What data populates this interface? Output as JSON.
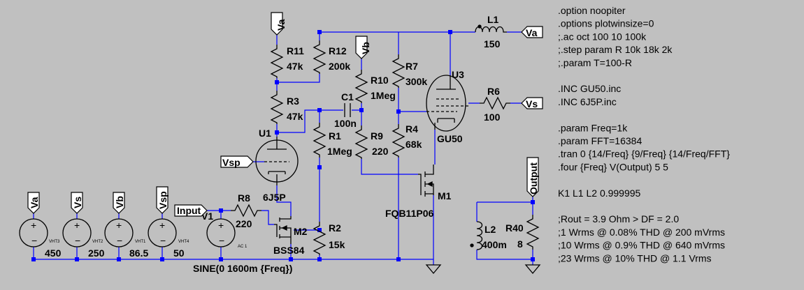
{
  "labels": {
    "r11_name": "R11",
    "r11_value": "47k",
    "r12_name": "R12",
    "r12_value": "200k",
    "r3_name": "R3",
    "r3_value": "47k",
    "r10_name": "R10",
    "r10_value": "1Meg",
    "r7_name": "R7",
    "r7_value": "300k",
    "r1_name": "R1",
    "r1_value": "1Meg",
    "r9_name": "R9",
    "r9_value": "220",
    "r4_name": "R4",
    "r4_value": "68k",
    "r2_name": "R2",
    "r2_value": "15k",
    "r8_name": "R8",
    "r8_value": "220",
    "r6_name": "R6",
    "r6_value": "100",
    "r40_name": "R40",
    "r40_value": "8",
    "c1_name": "C1",
    "c1_value": "100n",
    "l1_name": "L1",
    "l1_value": "150",
    "l2_name": "L2",
    "l2_value": "400m",
    "u1_name": "U1",
    "u1_model": "6J5P",
    "u3_name": "U3",
    "u3_model": "GU50",
    "m1_name": "M1",
    "m1_model": "FQB11P06",
    "m2_name": "M2",
    "m2_model": "BSS84",
    "v1_name": "V1",
    "v1_value": "SINE(0 1600m {Freq})",
    "vht3": "VHT3",
    "vht2": "VHT2",
    "vht1": "VHT1",
    "vht4": "VHT4",
    "vht3_value": "450",
    "vht2_value": "250",
    "vht1_value": "86.5",
    "vht4_value": "50",
    "ac_label": "AC 1"
  },
  "net_flags": {
    "va_top": "Va",
    "vb_top": "Vb",
    "va_right": "Va",
    "vs_right": "Vs",
    "vsp_left": "Vsp",
    "input": "Input",
    "output": "Output",
    "va_bottom": "Va",
    "vs_bottom": "Vs",
    "vb_bottom": "Vb",
    "vsp_bottom": "Vsp"
  },
  "directives": [
    ".option noopiter",
    ".options plotwinsize=0",
    ";.ac oct 100 10 100k",
    ";.step param R 10k 18k 2k",
    ";.param T=100-R",
    "",
    ".INC GU50.inc",
    ".INC 6J5P.inc",
    "",
    ".param Freq=1k",
    ".param FFT=16384",
    ".tran 0 {14/Freq} {9/Freq} {14/Freq/FFT}",
    ".four {Freq} V(Output) 5 5",
    "",
    "K1 L1 L2 0.999995",
    "",
    ";Rout = 3.9 Ohm > DF = 2.0",
    ";1 Wrms @ 0.08% THD @ 200 mVrms",
    ";10 Wrms @ 0.9% THD @ 640 mVrms",
    ";23 Wrms @ 10% THD @ 1.1 Vrms"
  ],
  "colors": {
    "background": "#c0c0c0",
    "wire": "#0000ff",
    "symbol": "#000000",
    "flag_fill": "#ffffff"
  }
}
